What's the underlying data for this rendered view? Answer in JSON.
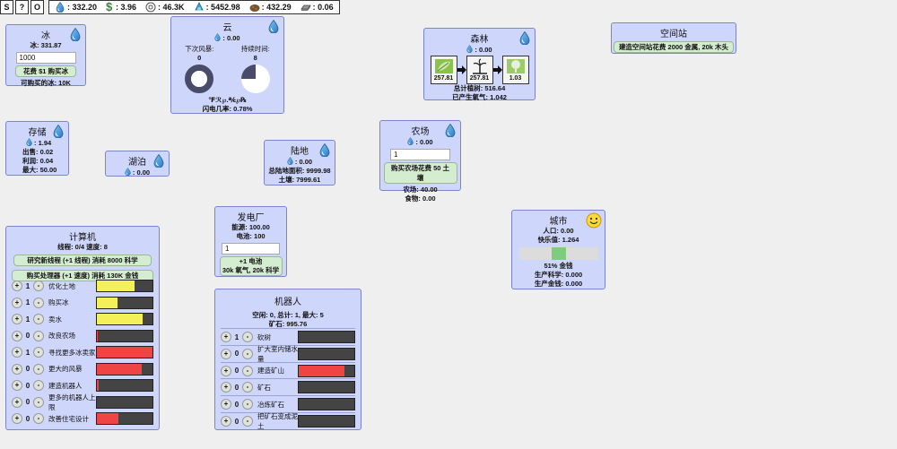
{
  "topbar": {
    "buttons": [
      "S",
      "?",
      "O"
    ],
    "resources": [
      {
        "icon": "water-drop-icon",
        "value": ": 332.20"
      },
      {
        "icon": "dollar-icon",
        "value": ": 3.96"
      },
      {
        "icon": "science-flask-icon",
        "value": ": 46.3K"
      },
      {
        "icon": "oxygen-icon",
        "value": ": 5452.98"
      },
      {
        "icon": "dirt-icon",
        "value": ": 432.29"
      },
      {
        "icon": "metal-bar-icon",
        "value": ": 0.06"
      }
    ]
  },
  "ice": {
    "title": "冰",
    "amount": "冰: 331.87",
    "input_value": "1000",
    "buy_button": "花费 $1 购买冰",
    "buyable": "可购买的冰: 10K"
  },
  "cloud": {
    "title": "云",
    "water": ": 0.00",
    "next_storm_label": "下次风暴:",
    "next_storm_value": "0",
    "duration_label": "持续时间:",
    "duration_value": "8",
    "storm_gauge_fill": 0.0,
    "duration_gauge_fill": 0.75,
    "garbled": "℉ℛ℘.℀℘℞",
    "lightning": "闪电几率: 0.78%"
  },
  "forest": {
    "title": "森林",
    "water": ": 0.00",
    "stage1": "257.81",
    "stage2": "257.81",
    "stage3": "1.03",
    "total_plants": "总计植树: 516.64",
    "oxygen": "已产生氧气: 1.042"
  },
  "space_station": {
    "title": "空间站",
    "button": "建造空间站花费 2000 金属, 20k 木头"
  },
  "storage": {
    "title": "存储",
    "water": ": 1.94",
    "sell": "出售: 0.02",
    "profit": "利润: 0.04",
    "max": "最大: 50.00"
  },
  "lake": {
    "title": "湖泊",
    "water": ": 0.00"
  },
  "land": {
    "title": "陆地",
    "water": ": 0.00",
    "total_area": "总陆地面积: 9999.98",
    "soil": "土壤: 7999.61"
  },
  "farm": {
    "title": "农场",
    "water": ": 0.00",
    "input_value": "1",
    "buy_button": "购买农场花费 50 土壤",
    "farms": "农场: 40.00",
    "food": "食物: 0.00"
  },
  "power": {
    "title": "发电厂",
    "energy": "能源: 100.00",
    "battery": "电池: 100",
    "input_value": "1",
    "button_line1": "+1 电池",
    "button_line2": "30k 氧气, 20k 科学"
  },
  "city": {
    "title": "城市",
    "population": "人口: 0.00",
    "happiness": "快乐值: 1.264",
    "money_fill": 0.51,
    "money_pct": "51% 金钱",
    "science": "生产科学: 0.000",
    "money": "生产金钱: 0.000"
  },
  "computer": {
    "title": "计算机",
    "threads": "线程: 0/4 速度: 8",
    "research_button": "研究新线程 (+1 线程) 消耗 8000 科学",
    "processor_button": "购买处理器 (+1 速度) 消耗 130K 金钱",
    "rows": [
      {
        "count": "1",
        "label": "优化土地",
        "fill": 0.68,
        "color": "#f4f05a"
      },
      {
        "count": "1",
        "label": "购买冰",
        "fill": 0.37,
        "color": "#f4f05a"
      },
      {
        "count": "1",
        "label": "卖水",
        "fill": 0.83,
        "color": "#f4f05a"
      },
      {
        "count": "0",
        "label": "改良农场",
        "fill": 0.02,
        "color": "#ee4444"
      },
      {
        "count": "1",
        "label": "寻找更多冰卖家",
        "fill": 1.0,
        "color": "#ee4444"
      },
      {
        "count": "0",
        "label": "更大的风暴",
        "fill": 0.8,
        "color": "#ee4444"
      },
      {
        "count": "0",
        "label": "建造机器人",
        "fill": 0.03,
        "color": "#ee4444"
      },
      {
        "count": "0",
        "label": "更多的机器人上限",
        "fill": 0.0,
        "color": "#ee4444"
      },
      {
        "count": "0",
        "label": "改善住宅设计",
        "fill": 0.38,
        "color": "#ee4444"
      }
    ]
  },
  "robots": {
    "title": "机器人",
    "summary": "空闲: 0, 总计: 1, 最大: 5",
    "ore": "矿石: 995.76",
    "rows": [
      {
        "count": "1",
        "label": "砍树",
        "fill": 0.0,
        "color": "#ee4444"
      },
      {
        "count": "0",
        "label": "扩大室内储水量",
        "fill": 0.0,
        "color": "#ee4444"
      },
      {
        "count": "0",
        "label": "建造矿山",
        "fill": 0.82,
        "color": "#ee4444"
      },
      {
        "count": "0",
        "label": "矿石",
        "fill": 0.0,
        "color": "#ee4444"
      },
      {
        "count": "0",
        "label": "冶炼矿石",
        "fill": 0.0,
        "color": "#ee4444"
      },
      {
        "count": "0",
        "label": "把矿石变成泥土",
        "fill": 0.0,
        "color": "#ee4444"
      }
    ]
  }
}
